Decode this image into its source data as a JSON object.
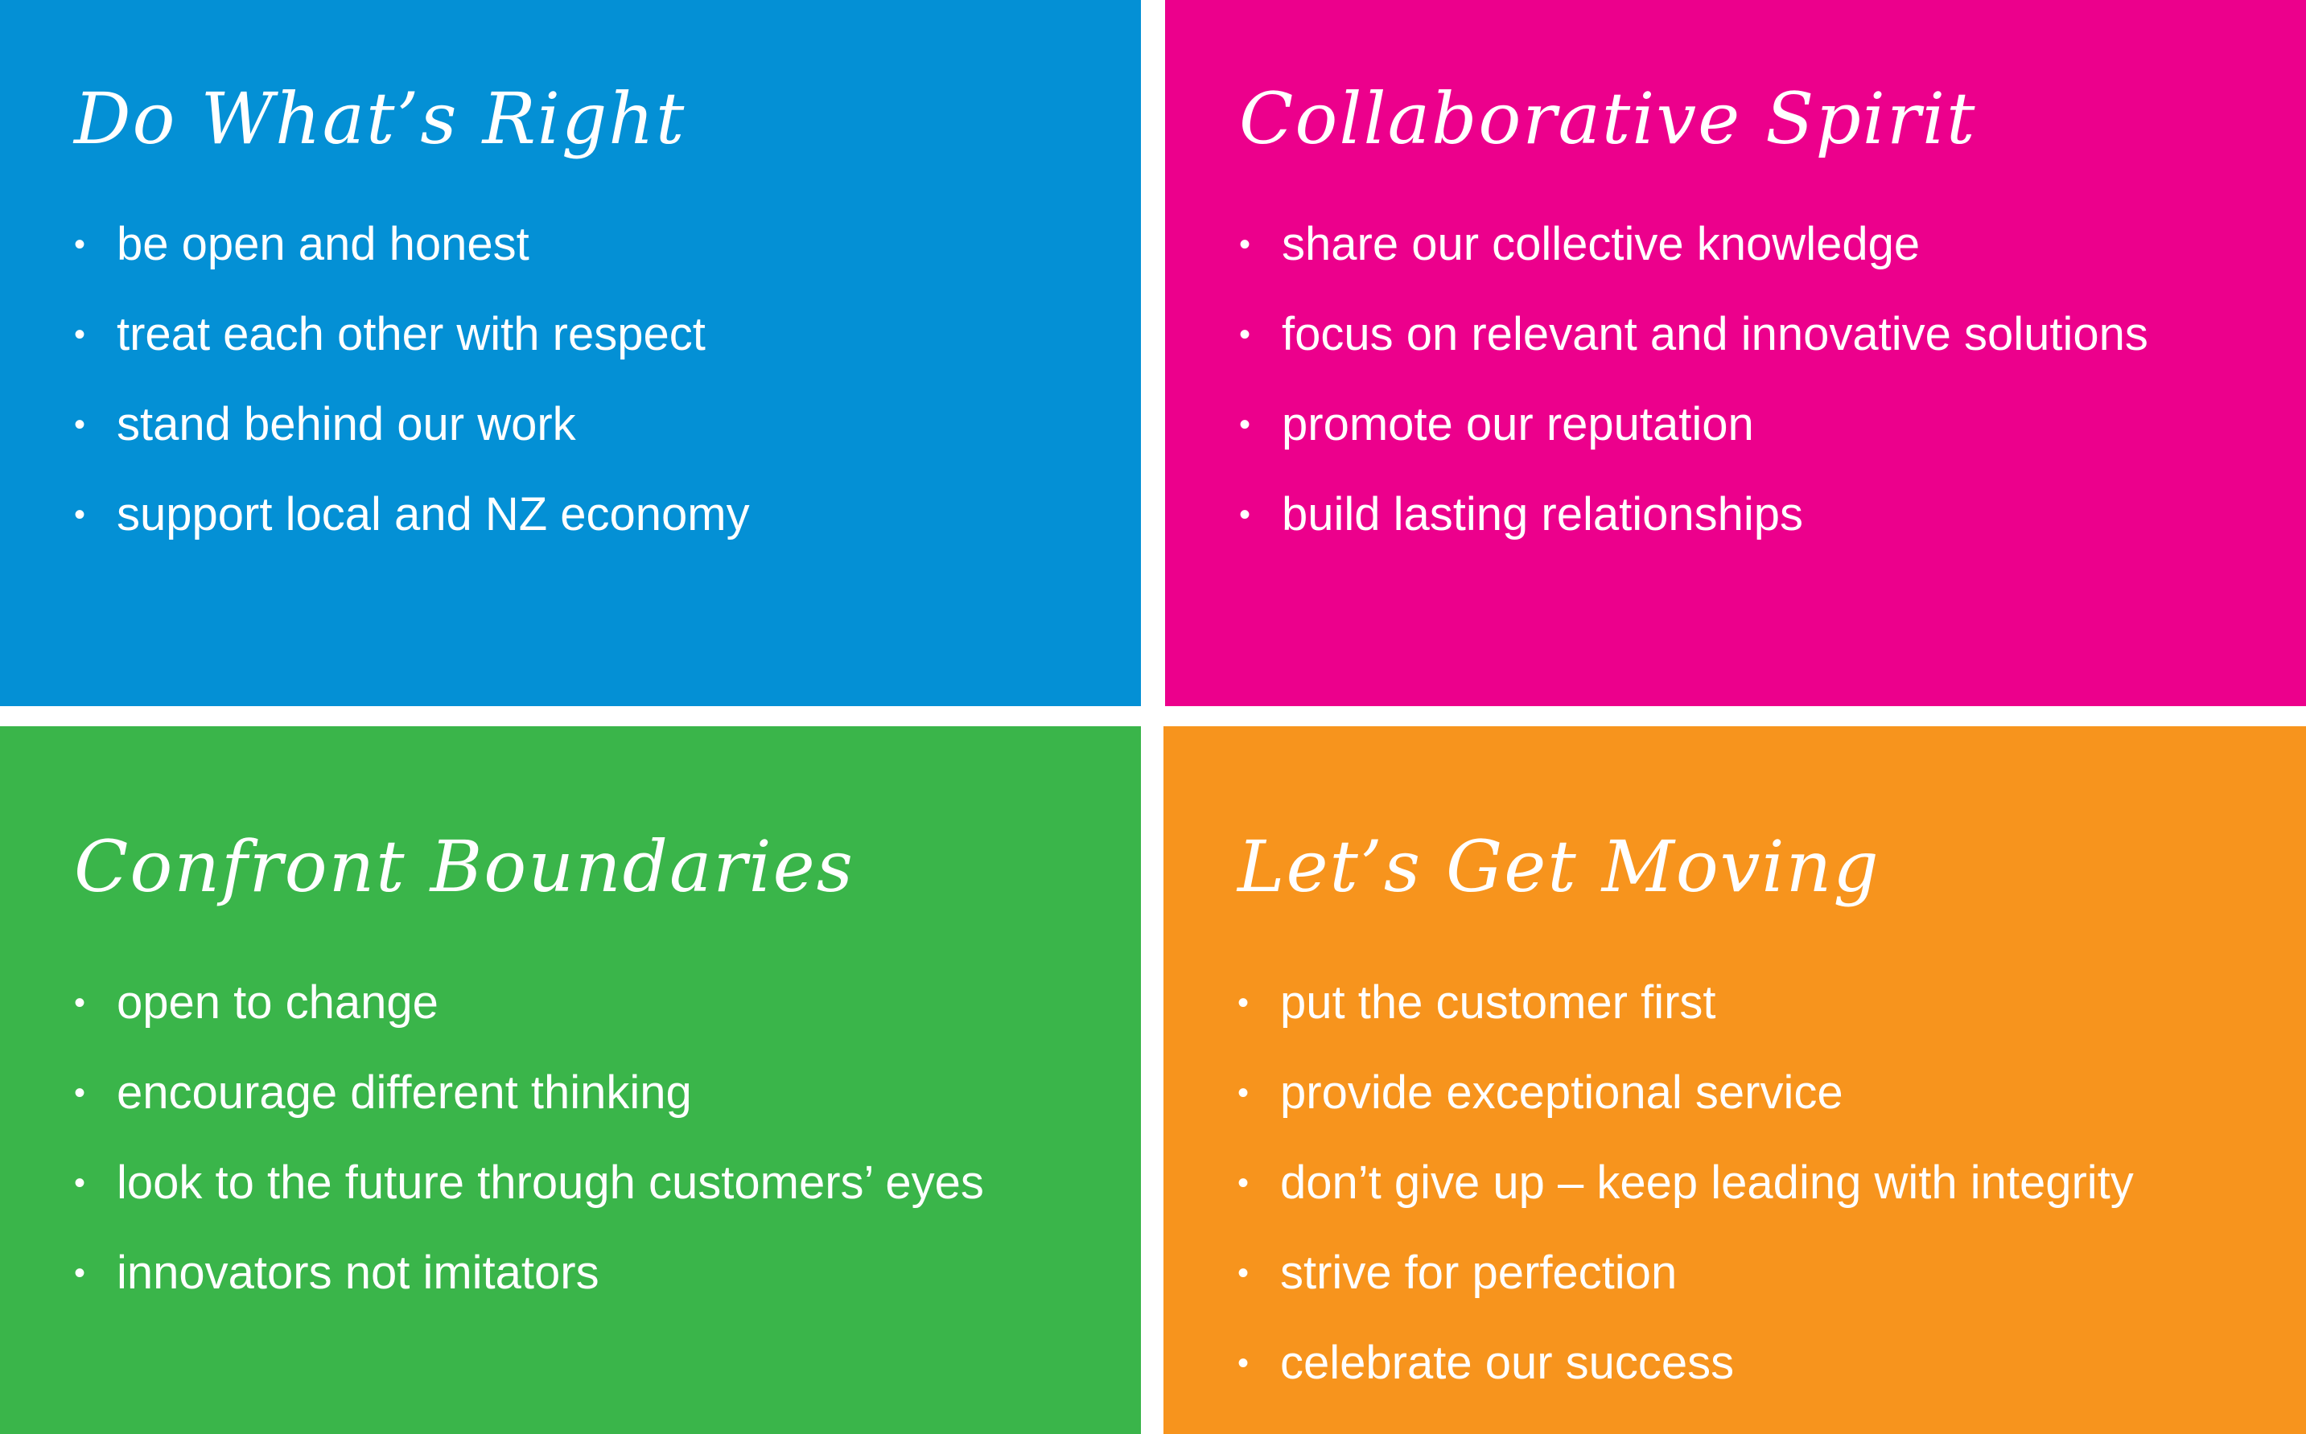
{
  "panels": [
    {
      "title": "Do What’s Right",
      "color": "#0490d5",
      "items": [
        "be open and honest",
        "treat each other with respect",
        "stand behind our work",
        "support local and NZ economy"
      ]
    },
    {
      "title": "Collaborative Spirit",
      "color": "#ec008c",
      "items": [
        "share our collective knowledge",
        "focus on relevant and innovative solutions",
        "promote our reputation",
        "build lasting relationships"
      ]
    },
    {
      "title": "Confront Boundaries",
      "color": "#3ab54a",
      "items": [
        "open to change",
        "encourage different thinking",
        "look to the future through customers’ eyes",
        "innovators not imitators"
      ]
    },
    {
      "title": "Let’s Get Moving",
      "color": "#f7941d",
      "items": [
        "put the customer first",
        "provide exceptional service",
        "don’t give up – keep leading with integrity",
        "strive for perfection",
        "celebrate our success"
      ]
    }
  ],
  "bullet_glyph": "•",
  "divider_color": "#ffffff"
}
